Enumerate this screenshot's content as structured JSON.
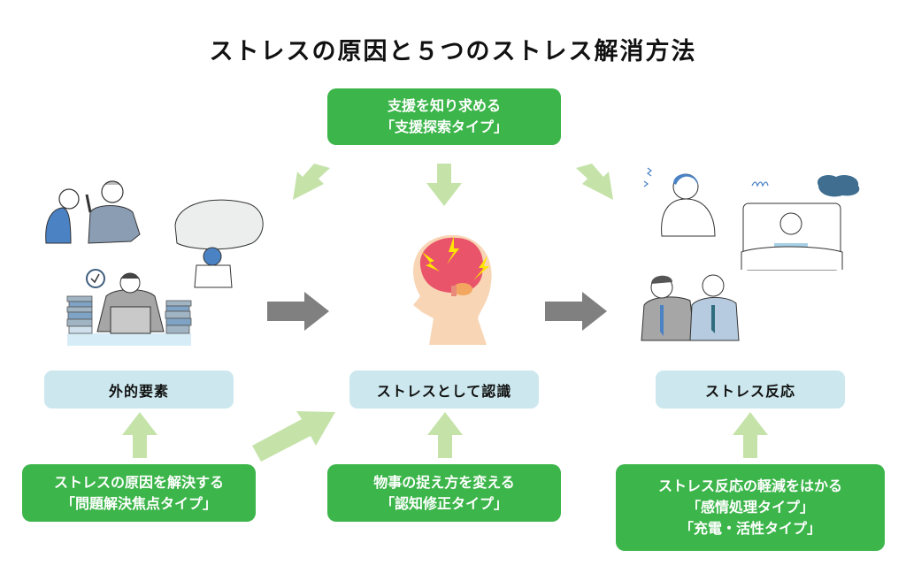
{
  "title": "ストレスの原因と５つのストレス解消方法",
  "top_box": {
    "line1": "支援を知り求める",
    "line2": "「支援探索タイプ」"
  },
  "stages": {
    "external": "外的要素",
    "recognition": "ストレスとして認識",
    "reaction": "ストレス反応"
  },
  "bottom_boxes": [
    {
      "line1": "ストレスの原因を解決する",
      "line2": "「問題解決焦点タイプ」"
    },
    {
      "line1": "物事の捉え方を変える",
      "line2": "「認知修正タイプ」"
    },
    {
      "line1": "ストレス反応の軽減をはかる",
      "line2": "「感情処理タイプ」",
      "line3": "「充電・活性タイプ」"
    }
  ],
  "colors": {
    "green_box": "#3cb54a",
    "blue_box": "#cce8ee",
    "light_green_arrow": "#c5e3a9",
    "gray_arrow": "#808080"
  },
  "illustrations": {
    "left": "external-stressors-illustration",
    "center": "brain-head-illustration",
    "right": "stress-reaction-illustration"
  }
}
